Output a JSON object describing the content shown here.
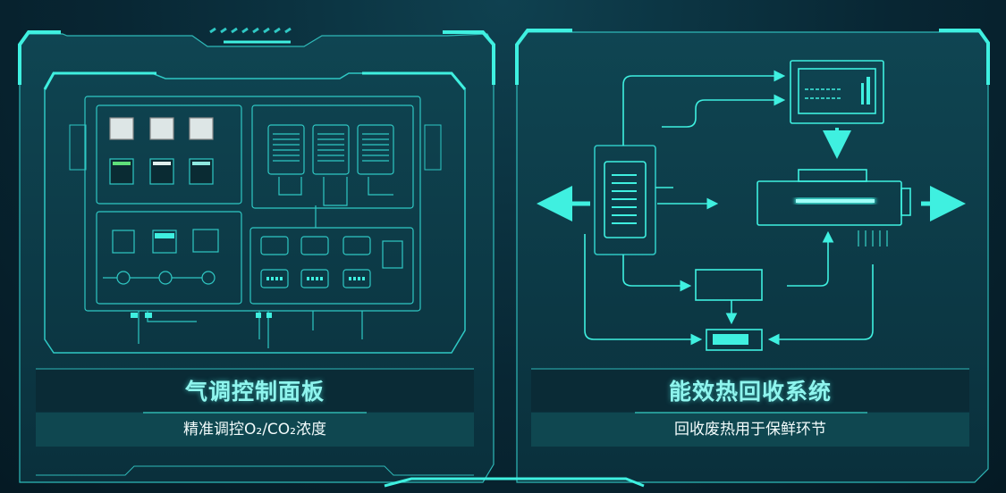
{
  "colors": {
    "accent": "#3ff0e0",
    "line": "#2fc8c4",
    "background": "#082633",
    "panel": "#0c3a45"
  },
  "panels": [
    {
      "title": "气调控制面板",
      "subtitle": "精准调控O₂/CO₂浓度",
      "icon": "control-panel-diagram"
    },
    {
      "title": "能效热回收系统",
      "subtitle": "回收废热用于保鲜环节",
      "icon": "heat-recovery-flow-diagram"
    }
  ]
}
